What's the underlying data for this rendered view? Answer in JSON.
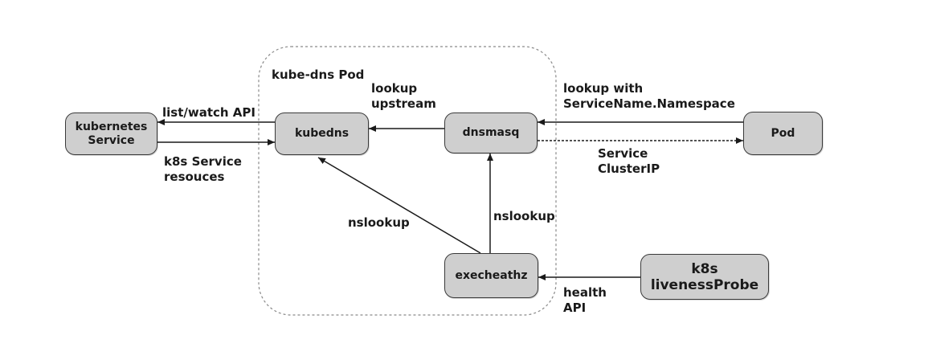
{
  "container": {
    "title": "kube-dns Pod"
  },
  "nodes": {
    "kubernetes_service": [
      "kubernetes",
      "Service"
    ],
    "kubedns": "kubedns",
    "dnsmasq": "dnsmasq",
    "execheathz": "execheathz",
    "pod": "Pod",
    "liveness_probe": [
      "k8s",
      "livenessProbe"
    ]
  },
  "edge_labels": {
    "list_watch": "list/watch API",
    "k8s_service_resources": [
      "k8s Service",
      "resouces"
    ],
    "lookup_upstream": [
      "lookup",
      "upstream"
    ],
    "lookup_with": [
      "lookup with",
      "ServiceName.Namespace"
    ],
    "service_clusterip": [
      "Service",
      "ClusterIP"
    ],
    "nslookup_diag": "nslookup",
    "nslookup_vert": "nslookup",
    "health_api": [
      "health",
      "API"
    ]
  }
}
